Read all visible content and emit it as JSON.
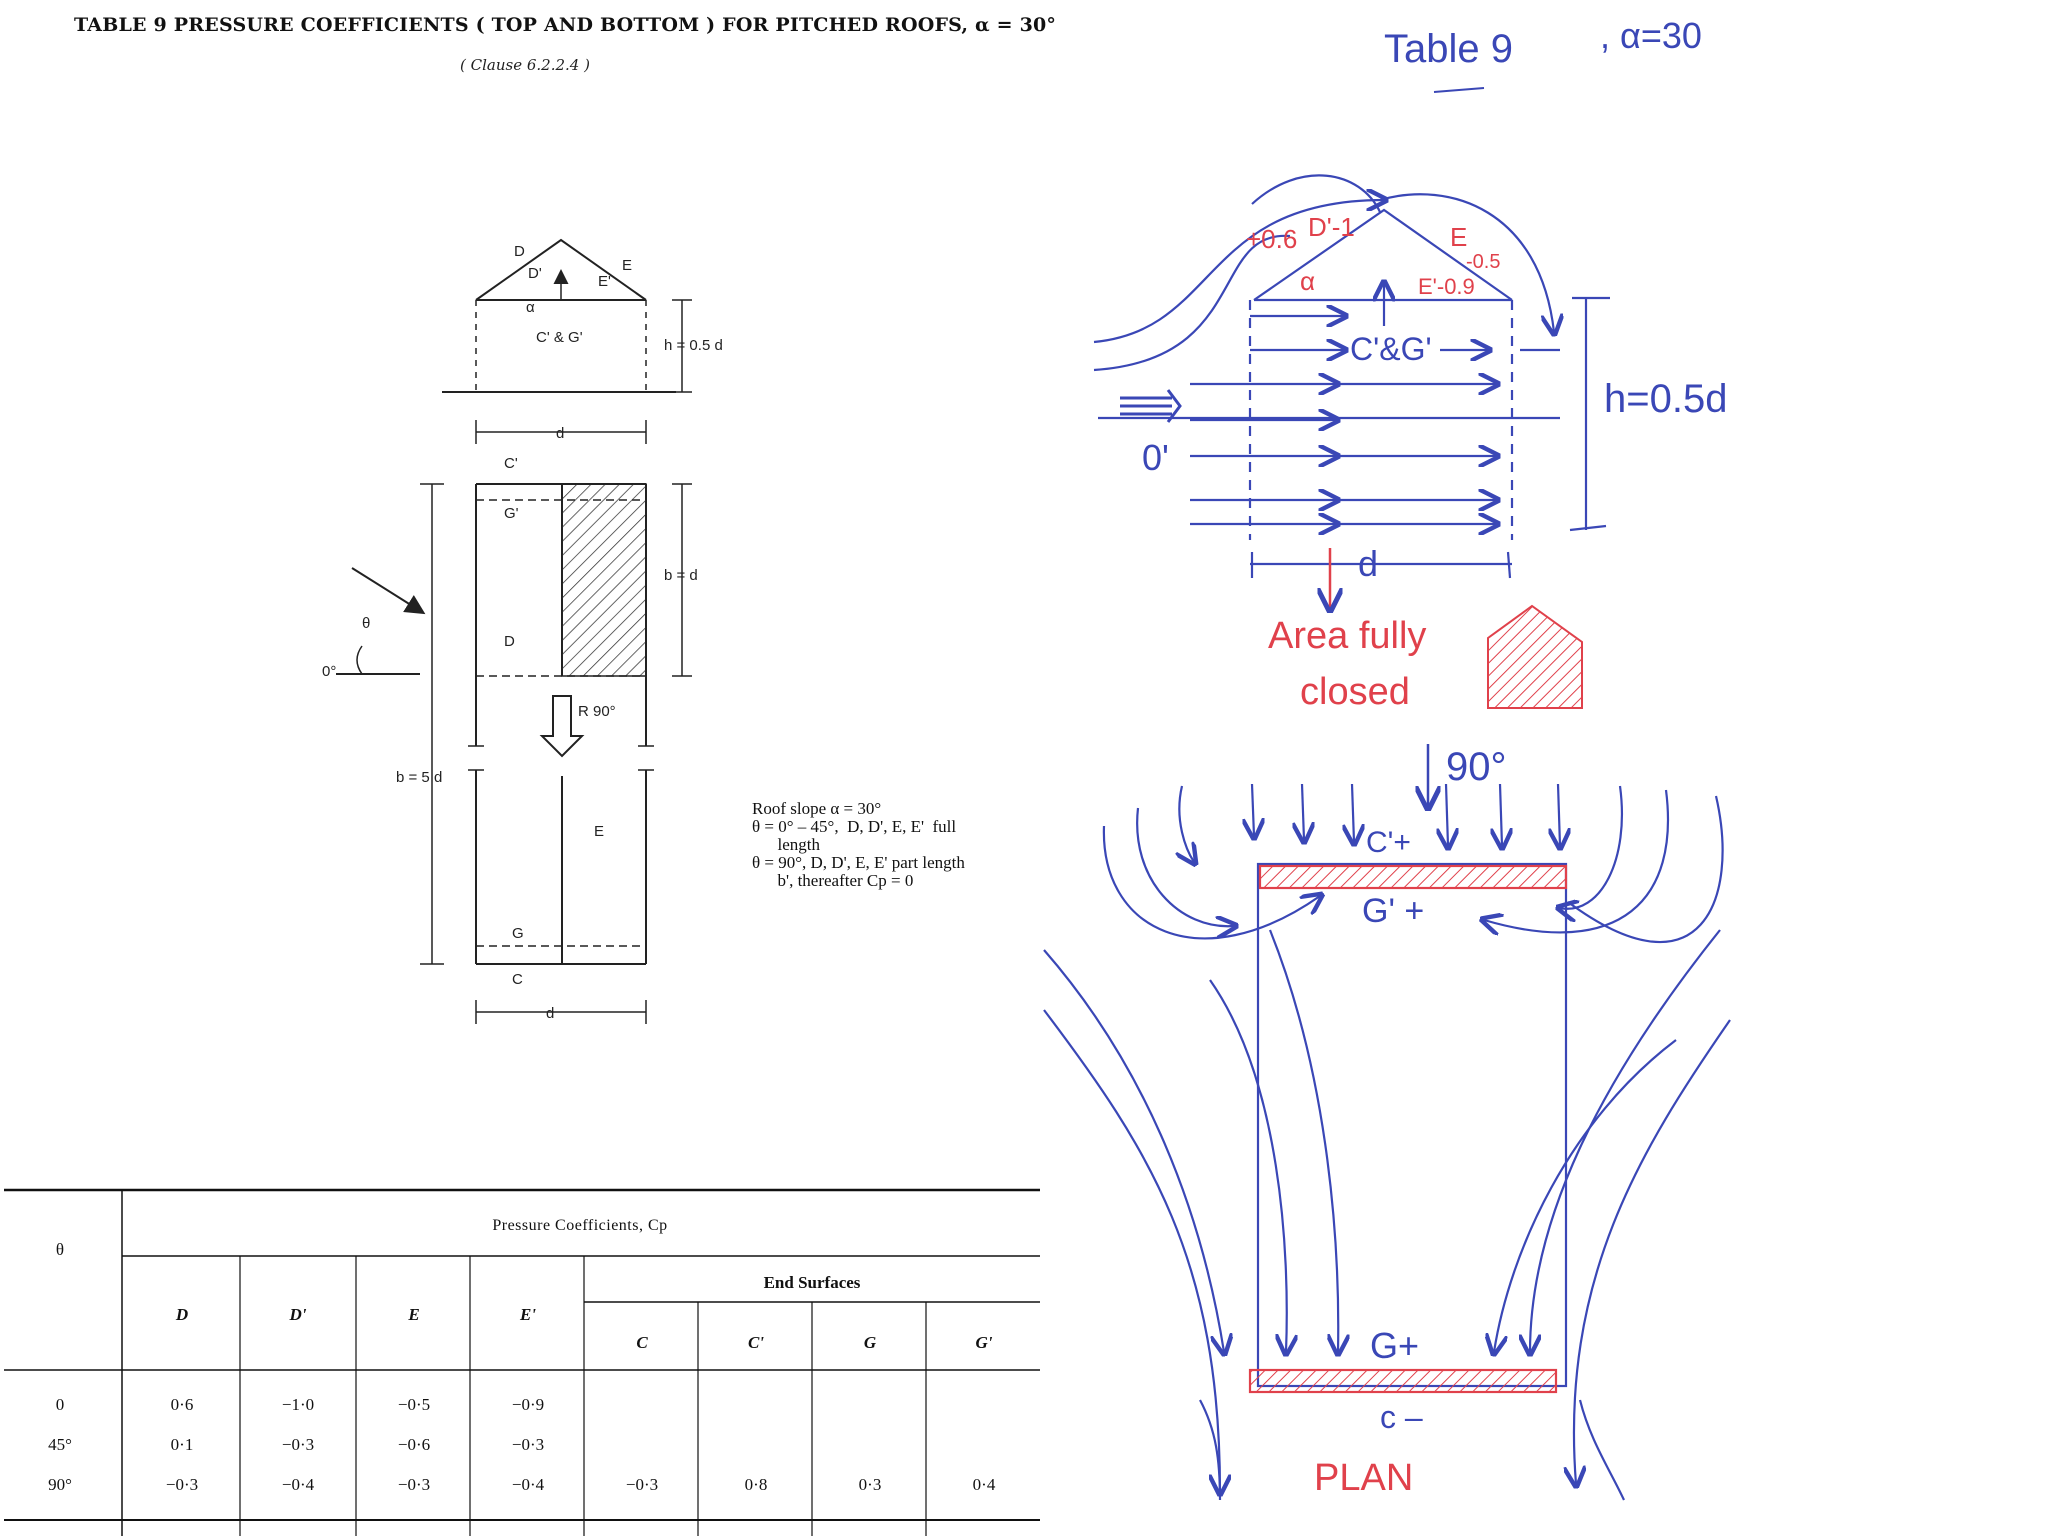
{
  "document": {
    "title": "TABLE 9   PRESSURE COEFFICIENTS ( TOP AND BOTTOM ) FOR PITCHED ROOFS, α = 30°",
    "clause": "( Clause 6.2.2.4 )"
  },
  "figure": {
    "elevation_labels": {
      "D": "D",
      "D_prime": "D'",
      "E": "E",
      "E_prime": "E'",
      "alpha": "α",
      "c_g": "C' & G'",
      "height": "h = 0.5 d",
      "width": "d"
    },
    "plan_labels": {
      "c_prime": "C'",
      "g_prime": "G'",
      "b_eq_d": "b = d",
      "theta": "θ",
      "zero_deg": "0°",
      "D": "D",
      "r90": "R 90°",
      "b_5d": "b = 5 d",
      "E": "E",
      "G": "G",
      "C": "C",
      "width": "d"
    }
  },
  "notes": {
    "line1": "Roof slope α = 30°",
    "line2": "θ = 0° – 45°,  D, D', E, E'  full",
    "line3": "      length",
    "line4": "θ = 90°, D, D', E, E' part length",
    "line5": "      b', thereafter Cp = 0"
  },
  "table": {
    "theta_header": "θ",
    "group_header": "Pressure Coefficients, Cp",
    "end_surfaces_header": "End Surfaces",
    "columns": [
      "D",
      "D'",
      "E",
      "E'",
      "C",
      "C'",
      "G",
      "G'"
    ],
    "rows": [
      {
        "theta": "0",
        "values": [
          "0·6",
          "−1·0",
          "−0·5",
          "−0·9",
          "",
          "",
          "",
          ""
        ]
      },
      {
        "theta": "45°",
        "values": [
          "0·1",
          "−0·3",
          "−0·6",
          "−0·3",
          "",
          "",
          "",
          ""
        ]
      },
      {
        "theta": "90°",
        "values": [
          "−0·3",
          "−0·4",
          "−0·3",
          "−0·4",
          "−0·3",
          "0·8",
          "0·3",
          "0·4"
        ]
      }
    ]
  },
  "handwritten": {
    "header_table": "Table 9",
    "header_alpha": ", α=30",
    "roof_left": "+0.6",
    "roof_d_prime": "D'-1",
    "roof_alpha": "α",
    "roof_e": "E",
    "roof_e_val": "-0.5",
    "roof_e_prime": "E'-0.9",
    "cg": "C'&G'",
    "height": "h=0.5d",
    "zero": "0'",
    "d": "d",
    "area_line1": "Area fully",
    "area_line2": "closed",
    "ninety": "90°",
    "c_prime_plus": "C'+",
    "g_prime_plus": "G' +",
    "g_plus": "G+",
    "c_minus": "c –",
    "plan": "PLAN"
  },
  "colors": {
    "ink": "#3a47b6",
    "red": "#e0414b",
    "print": "#111111"
  }
}
